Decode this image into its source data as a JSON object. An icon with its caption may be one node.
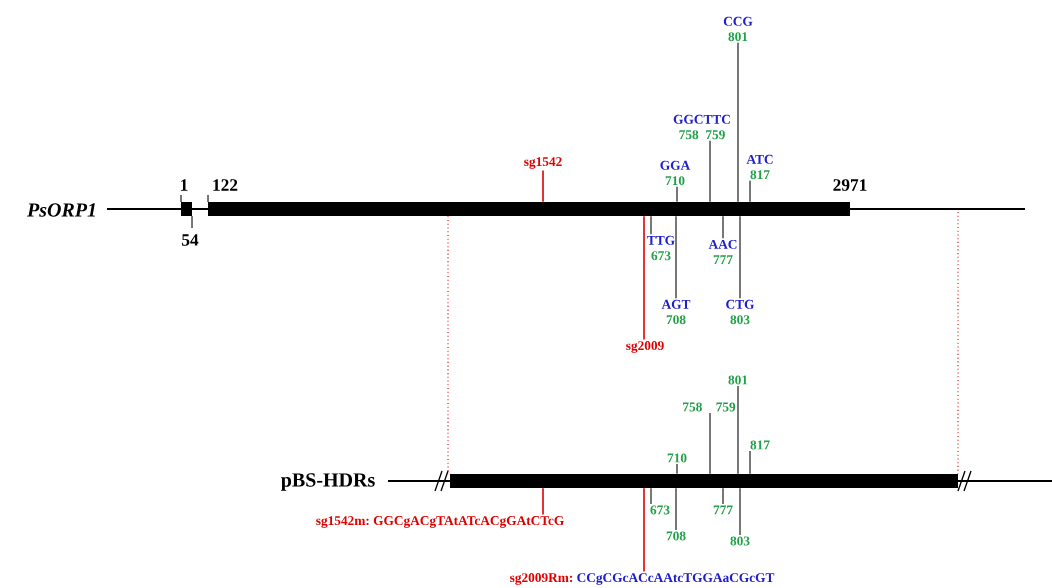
{
  "diagram": {
    "nodes": [
      {
        "text": [],
        "shape": "bar",
        "beside": [
          "122",
          "2971"
        ]
      },
      {
        "text": [],
        "shape": "bar"
      },
      {
        "text": [
          "sg1542"
        ]
      },
      {
        "text": [
          "GGA",
          "710"
        ]
      },
      {
        "text": [
          "GGCTTC",
          "758",
          "759"
        ]
      },
      {
        "text": [
          "CCG",
          "801"
        ]
      },
      {
        "text": [
          "ATC",
          "817"
        ]
      },
      {
        "text": [
          "TTG",
          "673"
        ]
      },
      {
        "text": [
          "AGT",
          "708"
        ]
      },
      {
        "text": [
          "AAC",
          "777"
        ]
      },
      {
        "text": [
          "CTG",
          "803"
        ]
      },
      {
        "text": [
          "sg2009"
        ]
      },
      {
        "text": [
          "710"
        ]
      },
      {
        "text": [
          "758",
          "759"
        ]
      },
      {
        "text": [
          "801"
        ]
      },
      {
        "text": [
          "817"
        ]
      },
      {
        "text": [
          "673"
        ]
      },
      {
        "text": [
          "708"
        ]
      },
      {
        "text": [
          "777"
        ]
      },
      {
        "text": [
          "803"
        ]
      },
      {
        "text": [
          "sg1542m:",
          "GGCgACgTAtATcACgGAtCTcG"
        ]
      },
      {
        "text": [
          "sg2009Rm:",
          "CCgCGcACcAAtcTGGAaCGcGT"
        ]
      }
    ],
    "edges": [
      {
        "from": 2,
        "to": 0,
        "arrow": "none",
        "color": "#e00000"
      },
      {
        "from": 3,
        "to": 0,
        "arrow": "none"
      },
      {
        "from": 4,
        "to": 0,
        "arrow": "none"
      },
      {
        "from": 5,
        "to": 0,
        "arrow": "none"
      },
      {
        "from": 6,
        "to": 0,
        "arrow": "none"
      },
      {
        "from": 7,
        "to": 0,
        "arrow": "none"
      },
      {
        "from": 8,
        "to": 0,
        "arrow": "none"
      },
      {
        "from": 9,
        "to": 0,
        "arrow": "none"
      },
      {
        "from": 10,
        "to": 0,
        "arrow": "none"
      },
      {
        "from": 11,
        "to": 0,
        "arrow": "none",
        "color": "#e00000"
      },
      {
        "from": 12,
        "to": 1,
        "arrow": "none"
      },
      {
        "from": 13,
        "to": 1,
        "arrow": "none"
      },
      {
        "from": 14,
        "to": 1,
        "arrow": "none"
      },
      {
        "from": 15,
        "to": 1,
        "arrow": "none"
      },
      {
        "from": 16,
        "to": 1,
        "arrow": "none"
      },
      {
        "from": 17,
        "to": 1,
        "arrow": "none"
      },
      {
        "from": 18,
        "to": 1,
        "arrow": "none"
      },
      {
        "from": 19,
        "to": 1,
        "arrow": "none"
      },
      {
        "from": 20,
        "to": 1,
        "arrow": "none",
        "color": "#e00000"
      },
      {
        "from": 21,
        "to": 1,
        "arrow": "none",
        "color": "#e00000"
      },
      {
        "from": 0,
        "to": 1,
        "arrow": "none",
        "style": "dashed",
        "color": "#e00000"
      },
      {
        "from": null,
        "to": 1,
        "arrow": "none",
        "style": "dashed",
        "color": "#e00000"
      }
    ],
    "labels": [
      "PsORP1",
      "1",
      "54",
      "pBS-HDRs"
    ]
  }
}
